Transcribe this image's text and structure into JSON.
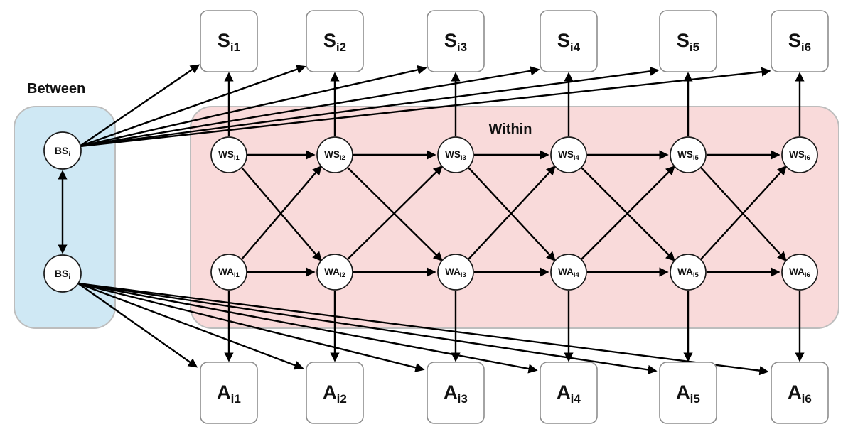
{
  "regions": {
    "between": {
      "label": "Between"
    },
    "within": {
      "label": "Within"
    }
  },
  "nodes": {
    "s": [
      {
        "main": "S",
        "sub": "i1"
      },
      {
        "main": "S",
        "sub": "i2"
      },
      {
        "main": "S",
        "sub": "i3"
      },
      {
        "main": "S",
        "sub": "i4"
      },
      {
        "main": "S",
        "sub": "i5"
      },
      {
        "main": "S",
        "sub": "i6"
      }
    ],
    "a": [
      {
        "main": "A",
        "sub": "i1"
      },
      {
        "main": "A",
        "sub": "i2"
      },
      {
        "main": "A",
        "sub": "i3"
      },
      {
        "main": "A",
        "sub": "i4"
      },
      {
        "main": "A",
        "sub": "i5"
      },
      {
        "main": "A",
        "sub": "i6"
      }
    ],
    "ws": [
      {
        "main": "WS",
        "sub": "i1"
      },
      {
        "main": "WS",
        "sub": "i2"
      },
      {
        "main": "WS",
        "sub": "i3"
      },
      {
        "main": "WS",
        "sub": "i4"
      },
      {
        "main": "WS",
        "sub": "i5"
      },
      {
        "main": "WS",
        "sub": "i6"
      }
    ],
    "wa": [
      {
        "main": "WA",
        "sub": "i1"
      },
      {
        "main": "WA",
        "sub": "i2"
      },
      {
        "main": "WA",
        "sub": "i3"
      },
      {
        "main": "WA",
        "sub": "i4"
      },
      {
        "main": "WA",
        "sub": "i5"
      },
      {
        "main": "WA",
        "sub": "i6"
      }
    ],
    "bs_top": {
      "main": "BS",
      "sub": "i"
    },
    "bs_bottom": {
      "main": "BS",
      "sub": "i"
    }
  },
  "colors": {
    "between_fill": "#cfe8f4",
    "within_fill": "#f9dada",
    "arrow": "#000000"
  }
}
